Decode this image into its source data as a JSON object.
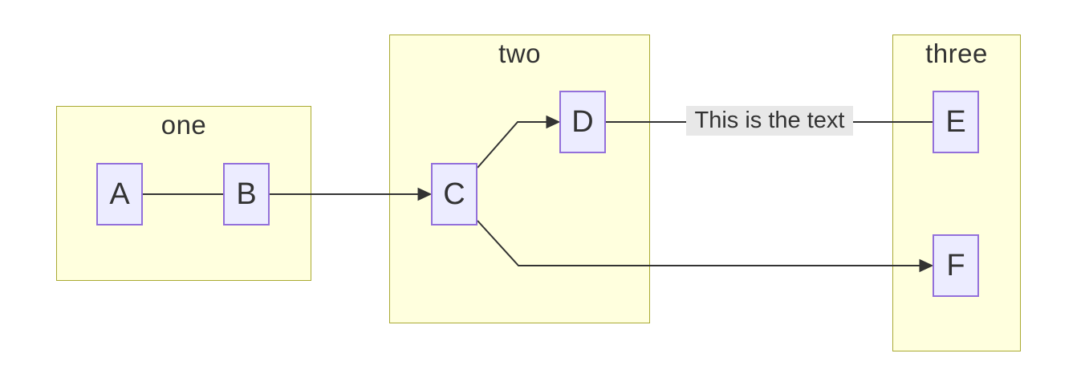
{
  "diagram": {
    "type": "flowchart",
    "direction": "left-to-right",
    "clusters": [
      {
        "id": "one",
        "label": "one"
      },
      {
        "id": "two",
        "label": "two"
      },
      {
        "id": "three",
        "label": "three"
      }
    ],
    "nodes": [
      {
        "id": "A",
        "label": "A",
        "cluster": "one"
      },
      {
        "id": "B",
        "label": "B",
        "cluster": "one"
      },
      {
        "id": "C",
        "label": "C",
        "cluster": "two"
      },
      {
        "id": "D",
        "label": "D",
        "cluster": "two"
      },
      {
        "id": "E",
        "label": "E",
        "cluster": "three"
      },
      {
        "id": "F",
        "label": "F",
        "cluster": "three"
      }
    ],
    "edges": [
      {
        "from": "A",
        "to": "B",
        "arrow": false,
        "label": ""
      },
      {
        "from": "B",
        "to": "C",
        "arrow": true,
        "label": ""
      },
      {
        "from": "C",
        "to": "D",
        "arrow": true,
        "label": ""
      },
      {
        "from": "D",
        "to": "E",
        "arrow": false,
        "label": "This is the text"
      },
      {
        "from": "C",
        "to": "F",
        "arrow": true,
        "label": ""
      }
    ],
    "colors": {
      "background": "#ffffff",
      "cluster_fill": "#ffffde",
      "cluster_border": "#aaaa33",
      "node_fill": "#ececff",
      "node_border": "#9370db",
      "edge": "#333333",
      "edge_label_bg": "#e8e8e8",
      "text": "#333333"
    }
  }
}
